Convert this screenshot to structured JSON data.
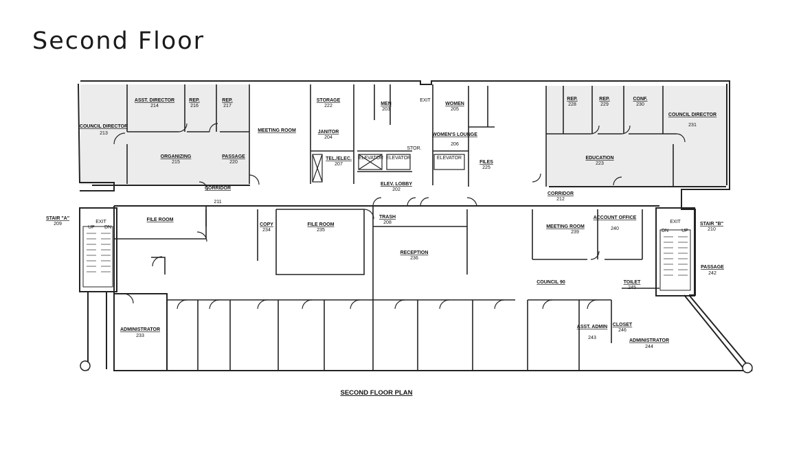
{
  "title": "Second Floor",
  "plan_caption": "SECOND FLOOR PLAN",
  "colors": {
    "wall": "#222222",
    "shaded": "#ececec",
    "background": "#ffffff"
  },
  "rooms": {
    "asst_director": {
      "name": "ASST. DIRECTOR",
      "num": "214"
    },
    "rep_216": {
      "name": "REP.",
      "num": "216"
    },
    "rep_217": {
      "name": "REP.",
      "num": "217"
    },
    "council_director_213": {
      "name": "COUNCIL DIRECTOR",
      "num": "213"
    },
    "organizing": {
      "name": "ORGANIZING",
      "num": "215"
    },
    "passage_220": {
      "name": "PASSAGE",
      "num": "220"
    },
    "meeting_room_top": {
      "name": "MEETING ROOM",
      "num": ""
    },
    "storage": {
      "name": "STORAGE",
      "num": "222"
    },
    "janitor": {
      "name": "JANITOR",
      "num": "204"
    },
    "tel_elec": {
      "name": "TEL./ELEC.",
      "num": "207"
    },
    "men": {
      "name": "MEN",
      "num": "203"
    },
    "women": {
      "name": "WOMEN",
      "num": "205"
    },
    "womens_lounge": {
      "name": "WOMEN'S LOUNGE",
      "num": "206"
    },
    "elev_lobby": {
      "name": "ELEV. LOBBY",
      "num": "202"
    },
    "files": {
      "name": "FILES",
      "num": "225"
    },
    "rep_228": {
      "name": "REP.",
      "num": "228"
    },
    "rep_229": {
      "name": "REP.",
      "num": "229"
    },
    "conf": {
      "name": "CONF.",
      "num": "230"
    },
    "council_director_231": {
      "name": "COUNCIL DIRECTOR",
      "num": "231"
    },
    "education": {
      "name": "EDUCATION",
      "num": "223"
    },
    "corridor_211": {
      "name": "CORRIDOR",
      "num": "211"
    },
    "corridor_212": {
      "name": "CORRIDOR",
      "num": "212"
    },
    "stair_a": {
      "name": "STAIR \"A\"",
      "num": "209"
    },
    "stair_b": {
      "name": "STAIR \"B\"",
      "num": "210"
    },
    "file_room_left": {
      "name": "FILE ROOM",
      "num": ""
    },
    "copy": {
      "name": "COPY",
      "num": "234"
    },
    "file_room_235": {
      "name": "FILE ROOM",
      "num": "235"
    },
    "trash": {
      "name": "TRASH",
      "num": "208"
    },
    "reception": {
      "name": "RECEPTION",
      "num": "236"
    },
    "meeting_room_239": {
      "name": "MEETING ROOM",
      "num": "239"
    },
    "account_office": {
      "name": "ACCOUNT OFFICE",
      "num": "240"
    },
    "council_90": {
      "name": "COUNCIL 90",
      "num": ""
    },
    "toilet": {
      "name": "TOILET",
      "num": "245"
    },
    "passage_242": {
      "name": "PASSAGE",
      "num": "242"
    },
    "administrator_233": {
      "name": "ADMINISTRATOR",
      "num": "233"
    },
    "asst_admin": {
      "name": "ASST. ADMIN",
      "num": "243"
    },
    "closet": {
      "name": "CLOSET",
      "num": "246"
    },
    "administrator_244": {
      "name": "ADMINISTRATOR",
      "num": "244"
    }
  },
  "labels": {
    "exit": "EXIT",
    "up": "UP",
    "dn": "DN",
    "elevator": "ELEVATOR",
    "stor": "STOR."
  }
}
